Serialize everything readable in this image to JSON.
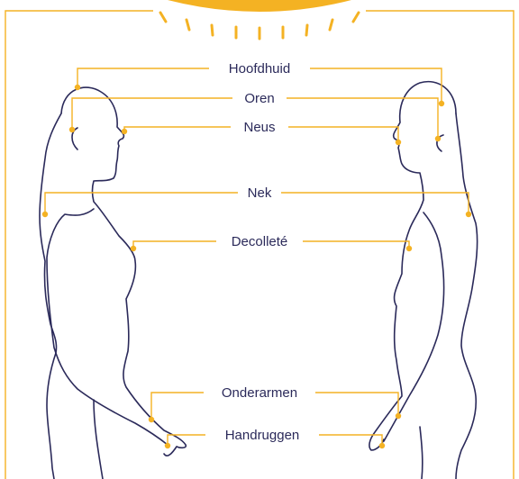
{
  "colors": {
    "accent": "#f4b223",
    "ink": "#2b2a5a",
    "background": "#ffffff"
  },
  "labels": [
    "Hoofdhuid",
    "Oren",
    "Neus",
    "Nek",
    "Decolleté",
    "Onderarmen",
    "Handruggen"
  ]
}
